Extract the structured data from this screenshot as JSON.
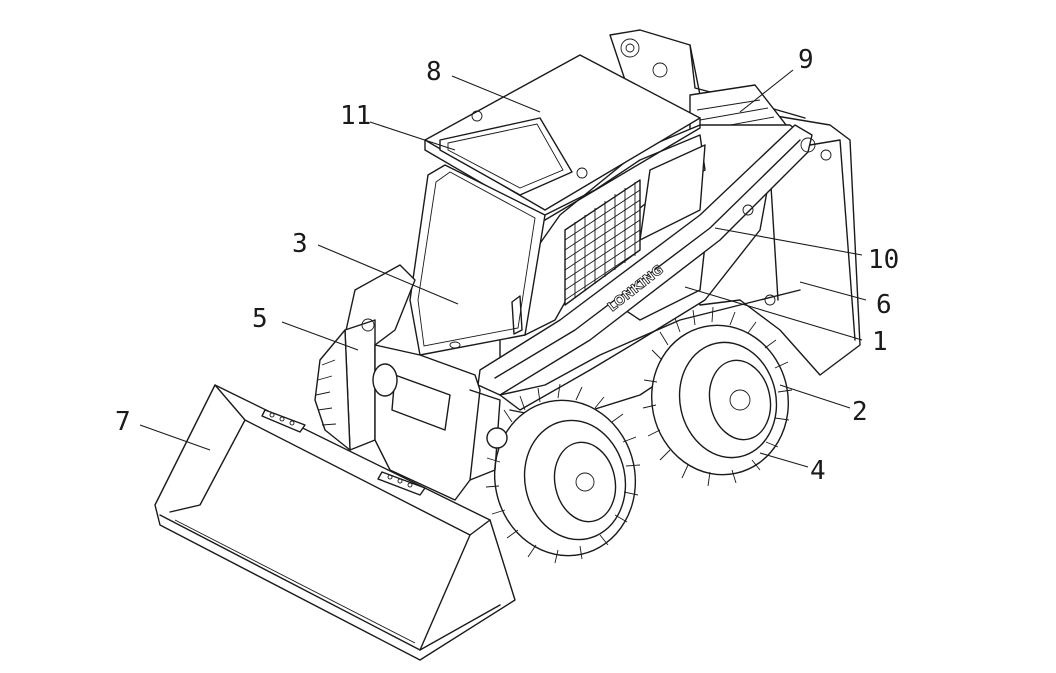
{
  "callouts": [
    {
      "id": "1",
      "label": "1"
    },
    {
      "id": "2",
      "label": "2"
    },
    {
      "id": "3",
      "label": "3"
    },
    {
      "id": "4",
      "label": "4"
    },
    {
      "id": "5",
      "label": "5"
    },
    {
      "id": "6",
      "label": "6"
    },
    {
      "id": "7",
      "label": "7"
    },
    {
      "id": "8",
      "label": "8"
    },
    {
      "id": "9",
      "label": "9"
    },
    {
      "id": "10",
      "label": "10"
    },
    {
      "id": "11",
      "label": "11"
    }
  ],
  "brand_text": "LONKING"
}
